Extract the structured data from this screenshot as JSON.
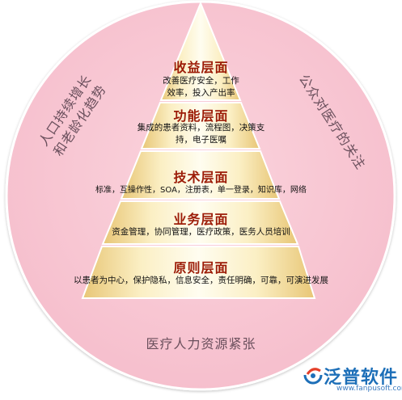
{
  "tiers": [
    {
      "title": "收益层面",
      "desc_lines": [
        "改善医疗安全，工作",
        "效率，投入产出率"
      ]
    },
    {
      "title": "功能层面",
      "desc_lines": [
        "集成的患者资料，流程图，决策支",
        "持，电子医嘱"
      ]
    },
    {
      "title": "技术层面",
      "desc_lines": [
        "标准，互操作性，SOA，注册表，单一登录，知识库，网络"
      ]
    },
    {
      "title": "业务层面",
      "desc_lines": [
        "资金管理，协同管理，医疗政策，医务人员培训"
      ]
    },
    {
      "title": "原则层面",
      "desc_lines": [
        "以患者为中心，保护隐私，信息安全，责任明确，可靠，可演进发展"
      ]
    }
  ],
  "side_labels": {
    "left_line1": "人口持续增长",
    "left_line2": "和老龄化趋势",
    "right": "公众对医疗的关注",
    "bottom": "医疗人力资源紧张"
  },
  "logo": {
    "name": "泛普软件",
    "url": "www.fanpusoft.com",
    "icon": "fanpu-logo-icon"
  },
  "colors": {
    "circle_fill": "#f9c9d4",
    "circle_stroke": "#ffffff",
    "pyramid_light": "#fffbe8",
    "pyramid_dark": "#f0d689",
    "title_color": "#9c1c08",
    "logo_blue": "#1d6fb8"
  }
}
